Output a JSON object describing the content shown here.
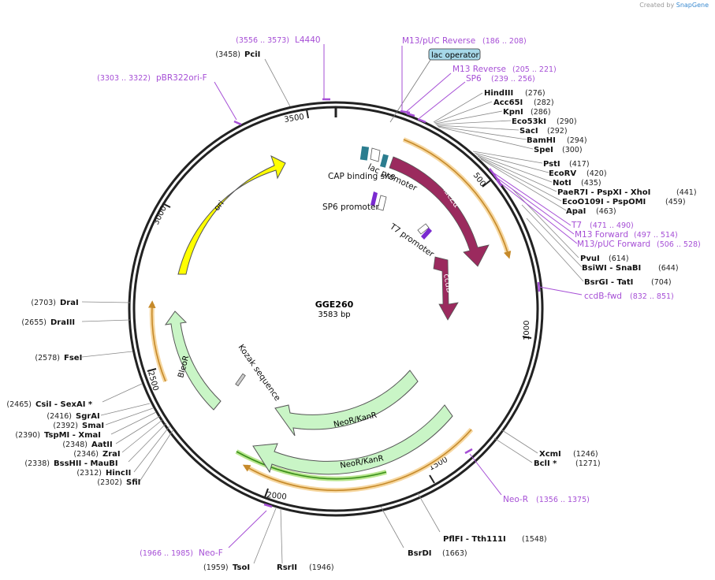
{
  "credit": {
    "prefix": "Created by",
    "brand": "SnapGene"
  },
  "plasmid": {
    "name": "GGE260",
    "length": "3583 bp"
  },
  "ruler": [
    "500",
    "1000",
    "1500",
    "2000",
    "2500",
    "3000",
    "3500"
  ],
  "enzymes": [
    {
      "name": "PciI",
      "pos": "(3458)"
    },
    {
      "name": "HindIII",
      "pos": "(276)"
    },
    {
      "name": "Acc65I",
      "pos": "(282)"
    },
    {
      "name": "KpnI",
      "pos": "(286)"
    },
    {
      "name": "Eco53kI",
      "pos": "(290)"
    },
    {
      "name": "SacI",
      "pos": "(292)"
    },
    {
      "name": "BamHI",
      "pos": "(294)"
    },
    {
      "name": "SpeI",
      "pos": "(300)"
    },
    {
      "name": "PstI",
      "pos": "(417)"
    },
    {
      "name": "EcoRV",
      "pos": "(420)"
    },
    {
      "name": "NotI",
      "pos": "(435)"
    },
    {
      "name": "PaeR7I - PspXI - XhoI",
      "pos": "(441)"
    },
    {
      "name": "EcoO109I - PspOMI",
      "pos": "(459)"
    },
    {
      "name": "ApaI",
      "pos": "(463)"
    },
    {
      "name": "PvuI",
      "pos": "(614)"
    },
    {
      "name": "BsiWI - SnaBI",
      "pos": "(644)"
    },
    {
      "name": "BsrGI - TatI",
      "pos": "(704)"
    },
    {
      "name": "XcmI",
      "pos": "(1246)"
    },
    {
      "name": "BclI *",
      "pos": "(1271)"
    },
    {
      "name": "PflFI - Tth111I",
      "pos": "(1548)"
    },
    {
      "name": "BsrDI",
      "pos": "(1663)"
    },
    {
      "name": "TsoI",
      "pos": "(1959)"
    },
    {
      "name": "RsrII",
      "pos": "(1946)"
    },
    {
      "name": "DraI",
      "pos": "(2703)"
    },
    {
      "name": "DraIII",
      "pos": "(2655)"
    },
    {
      "name": "FseI",
      "pos": "(2578)"
    },
    {
      "name": "CsiI - SexAI *",
      "pos": "(2465)"
    },
    {
      "name": "SgrAI",
      "pos": "(2416)"
    },
    {
      "name": "SmaI",
      "pos": "(2392)"
    },
    {
      "name": "TspMI - XmaI",
      "pos": "(2390)"
    },
    {
      "name": "AatII",
      "pos": "(2348)"
    },
    {
      "name": "ZraI",
      "pos": "(2346)"
    },
    {
      "name": "BssHII - MauBI",
      "pos": "(2338)"
    },
    {
      "name": "HincII",
      "pos": "(2312)"
    },
    {
      "name": "SfiI",
      "pos": "(2302)"
    }
  ],
  "primers": [
    {
      "name": "L4440",
      "range": "(3556 .. 3573)"
    },
    {
      "name": "pBR322ori-F",
      "range": "(3303 .. 3322)"
    },
    {
      "name": "M13/pUC Reverse",
      "range": "(186 .. 208)"
    },
    {
      "name": "M13 Reverse",
      "range": "(205 .. 221)"
    },
    {
      "name": "SP6",
      "range": "(239 .. 256)"
    },
    {
      "name": "T7",
      "range": "(471 .. 490)"
    },
    {
      "name": "M13 Forward",
      "range": "(497 .. 514)"
    },
    {
      "name": "M13/pUC Forward",
      "range": "(506 .. 528)"
    },
    {
      "name": "ccdB-fwd",
      "range": "(832 .. 851)"
    },
    {
      "name": "Neo-R",
      "range": "(1356 .. 1375)"
    },
    {
      "name": "Neo-F",
      "range": "(1966 .. 1985)"
    }
  ],
  "features": {
    "lac_operator": "lac operator",
    "lac_promoter": "lac promoter",
    "cap_site": "CAP binding site",
    "sp6_promoter": "SP6 promoter",
    "t7_promoter": "T7 promoter",
    "lacZa": "lacZα",
    "ccdB": "ccdB",
    "ori": "ori",
    "BleoR": "BleoR",
    "neo1": "NeoR/KanR",
    "neo2": "NeoR/KanR",
    "kozak": "Kozak sequence"
  },
  "colors": {
    "backbone": "#222222",
    "primer": "#a64fd6",
    "ori": "#ffff00",
    "lacZa": "#9b2a5e",
    "neo": "#c9f5c6",
    "orange_highlight": "#f0b552",
    "green_highlight": "#3a8f1a",
    "operator_box": "#a6d8e8"
  }
}
